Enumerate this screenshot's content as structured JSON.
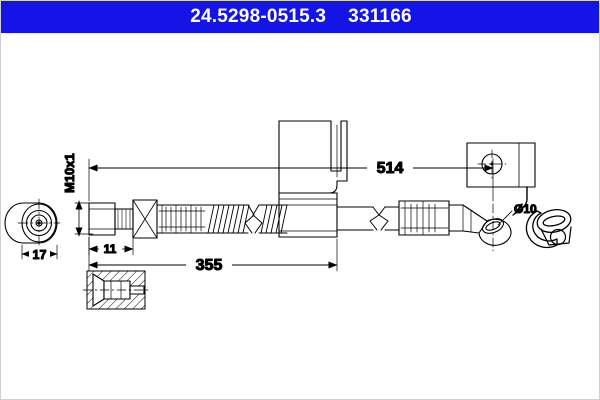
{
  "header": {
    "part_code": "24.5298-0515.3",
    "part_number": "331166",
    "background_color": "#1414e6",
    "text_color": "#ffffff"
  },
  "drawing": {
    "title": "brake-hose-technical-drawing",
    "line_color": "#000000",
    "background_color": "#ffffff",
    "dimensions": {
      "thread": "M10x1",
      "hex_width": "17",
      "fitting_length": "11",
      "hose_length": "355",
      "overall_length": "514",
      "eye_diameter": "Ø10"
    },
    "views": {
      "end_view_label": "left-end-face-view",
      "section_view_label": "threaded-fitting-section-view",
      "bracket_view_label": "mounting-bracket-plate-view",
      "banjo_detail_label": "banjo-eye-perspective-detail"
    }
  }
}
